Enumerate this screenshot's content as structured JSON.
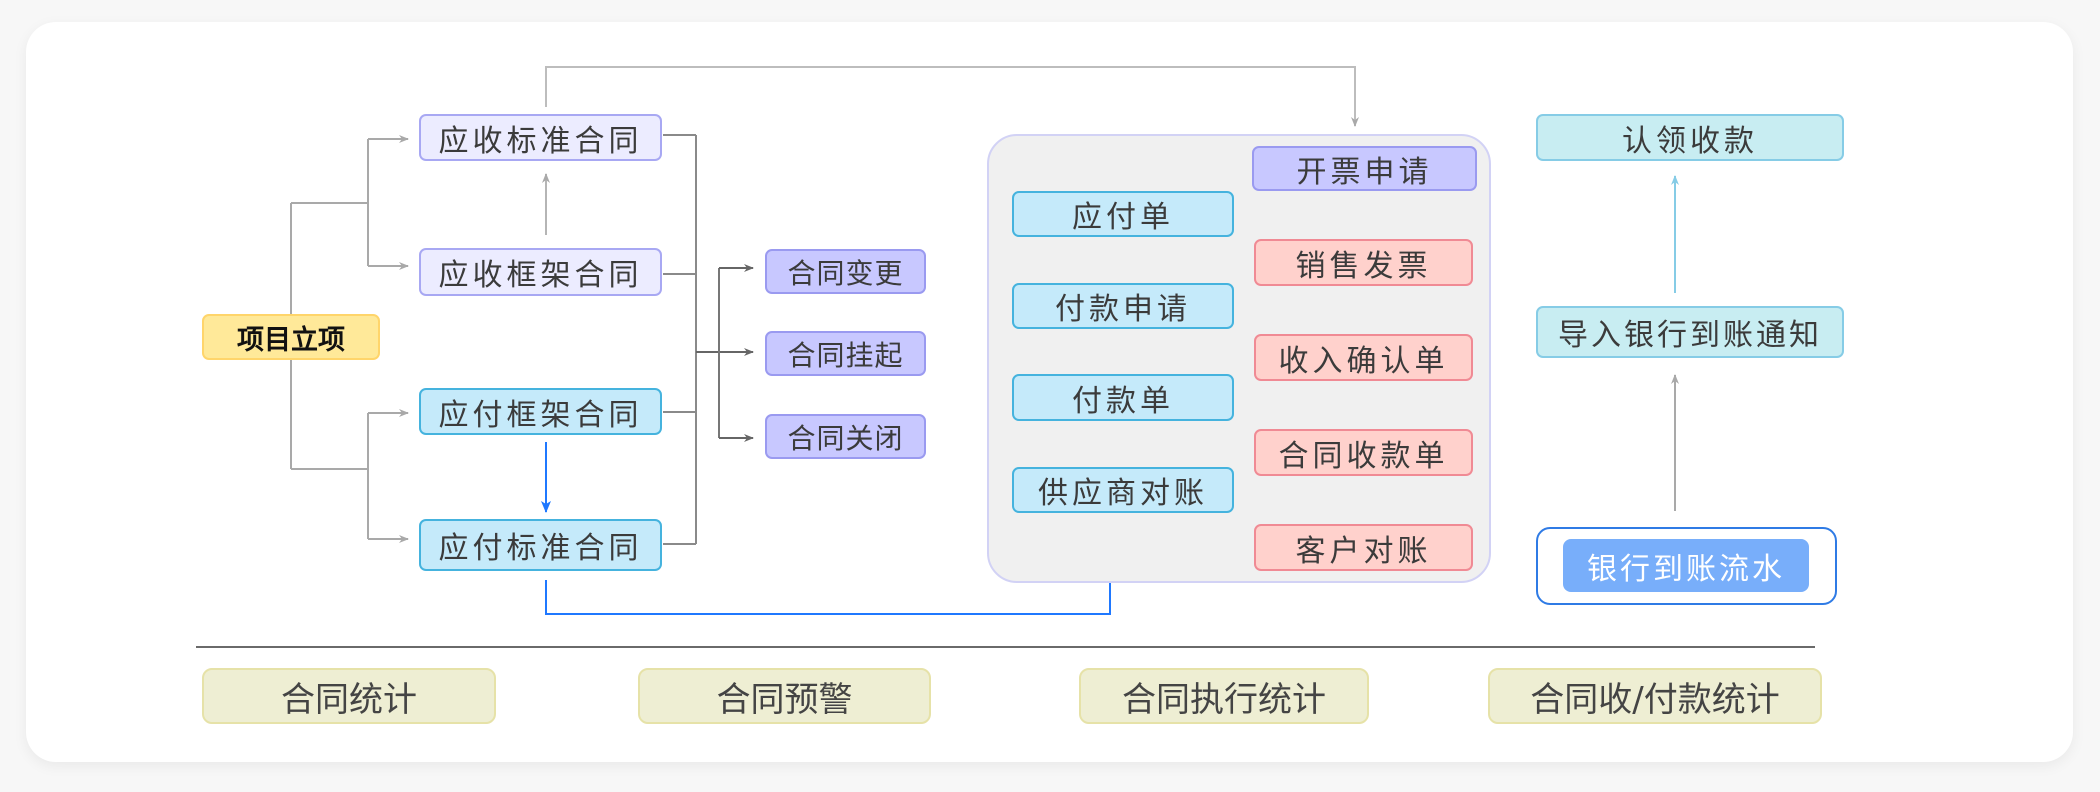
{
  "diagram": {
    "start": {
      "label": "项目立项"
    },
    "receivable": {
      "standard": {
        "label": "应收标准合同"
      },
      "framework": {
        "label": "应收框架合同"
      }
    },
    "payable": {
      "framework": {
        "label": "应付框架合同"
      },
      "standard": {
        "label": "应付标准合同"
      }
    },
    "operations": [
      {
        "label": "合同变更"
      },
      {
        "label": "合同挂起"
      },
      {
        "label": "合同关闭"
      }
    ],
    "execution_group": {
      "payable_docs": [
        {
          "label": "应付单"
        },
        {
          "label": "付款申请"
        },
        {
          "label": "付款单"
        },
        {
          "label": "供应商对账"
        }
      ],
      "invoice_request": {
        "label": "开票申请"
      },
      "receivable_docs": [
        {
          "label": "销售发票"
        },
        {
          "label": "收入确认单"
        },
        {
          "label": "合同收款单"
        },
        {
          "label": "客户对账"
        }
      ]
    },
    "bank": {
      "claim": {
        "label": "认领收款"
      },
      "import_notice": {
        "label": "导入银行到账通知"
      },
      "flow": {
        "label": "银行到账流水"
      }
    },
    "statistics": [
      {
        "label": "合同统计"
      },
      {
        "label": "合同预警"
      },
      {
        "label": "合同执行统计"
      },
      {
        "label": "合同收/付款统计"
      }
    ],
    "colors": {
      "start": "#ffe999",
      "receivable": "#ececff",
      "payable": "#c5eafa",
      "operation": "#c8c8ff",
      "receivable_doc": "#ffd1cc",
      "bank": "#c8edf2",
      "bank_flow": "#78aefa",
      "statistic": "#eeeed3",
      "connector": "#a9a9a9",
      "highlight_connector": "#1f78ff"
    }
  }
}
